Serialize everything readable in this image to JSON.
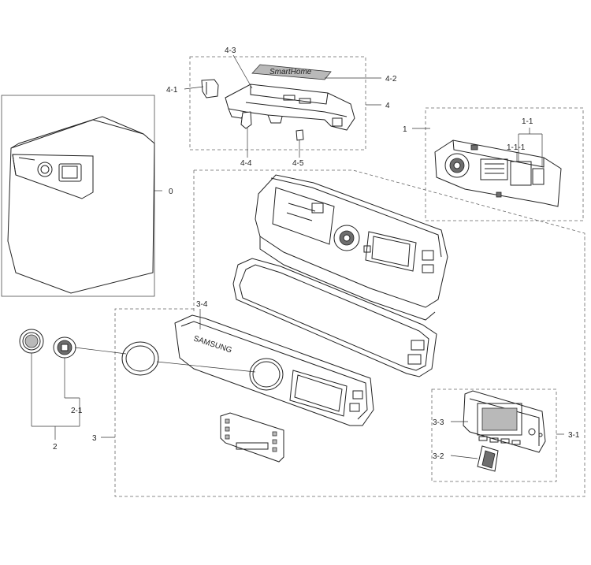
{
  "labels": {
    "l0": "0",
    "l1": "1",
    "l1_1": "1-1",
    "l1_1_1": "1-1-1",
    "l2": "2",
    "l2_1": "2-1",
    "l3": "3",
    "l3_1": "3-1",
    "l3_2": "3-2",
    "l3_3": "3-3",
    "l3_4": "3-4",
    "l4": "4",
    "l4_1": "4-1",
    "l4_2": "4-2",
    "l4_3": "4-3",
    "l4_4": "4-4",
    "l4_5": "4-5"
  },
  "part_text": {
    "smarthome": "SmartHome",
    "brand": "SAMSUNG"
  }
}
